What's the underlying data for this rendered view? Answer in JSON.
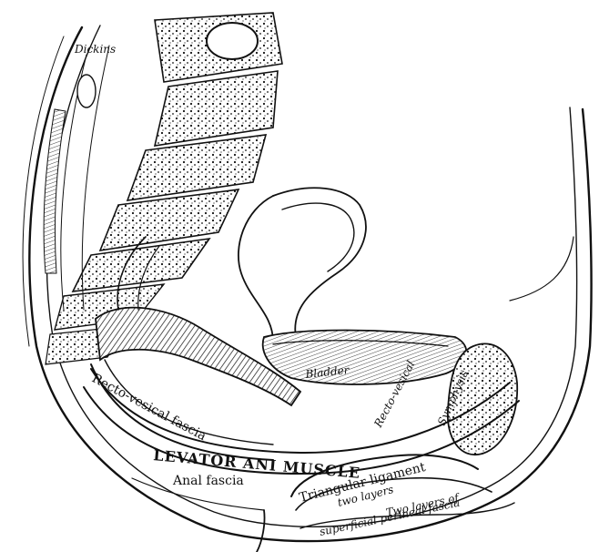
{
  "labels": {
    "dickins": "Dickins",
    "recto_vesical_fascia": "Recto-vesical fascia",
    "bladder": "Bladder",
    "recto_vesical_right": "Recto-vesical",
    "symphysis": "Symphysis",
    "levator_ani": "LEVATOR ANI MUSCLE",
    "anal_fascia": "Anal fascia",
    "triangular_ligament": "Triangular ligament",
    "two_layers": "two layers",
    "two_layers_of": "Two layers of",
    "superficial_perineal_fascia": "superficial perineal fascia"
  },
  "colors": {
    "ink": "#111111",
    "paper": "#ffffff"
  }
}
